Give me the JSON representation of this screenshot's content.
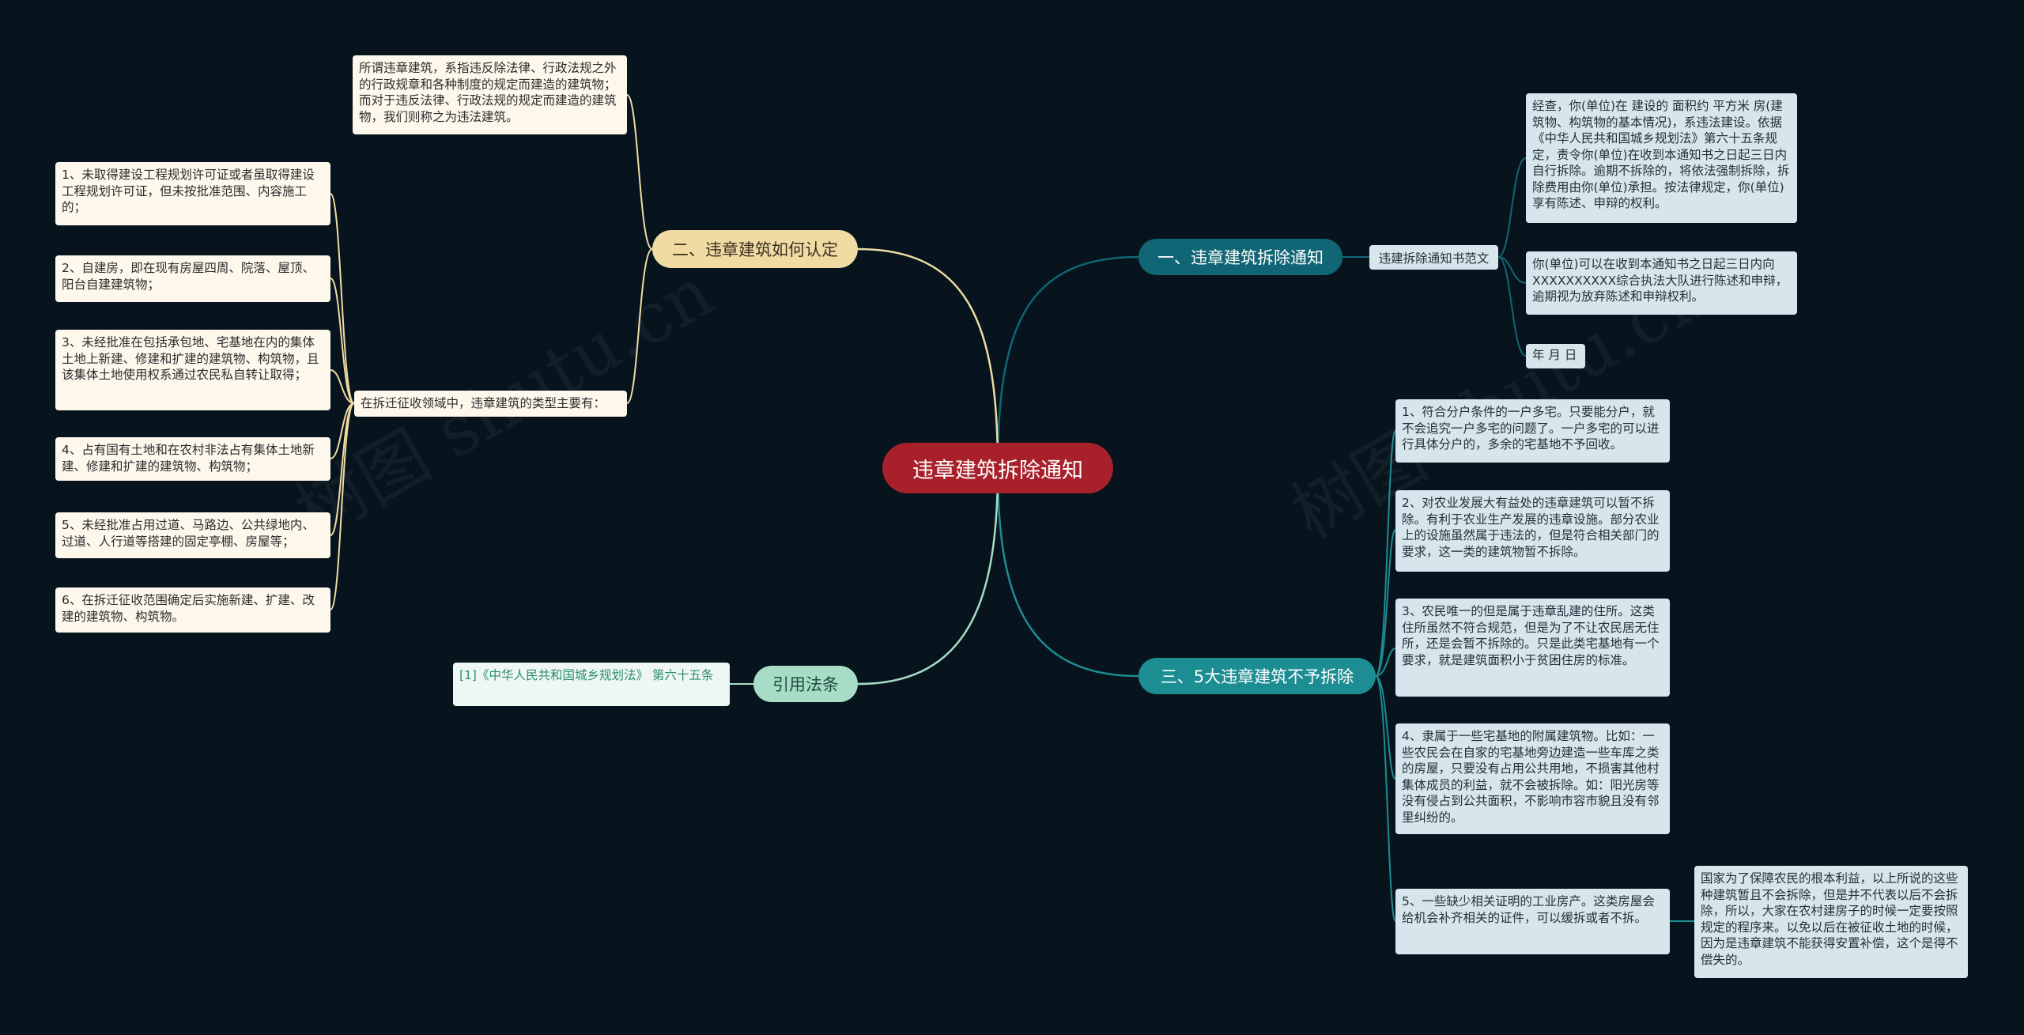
{
  "watermark": "树图 shutu.cn",
  "root": {
    "label": "违章建筑拆除通知"
  },
  "branch1": {
    "label": "一、违章建筑拆除通知",
    "sub_label": "违建拆除通知书范文",
    "items": [
      "经查，你(单位)在 建设的 面积约 平方米 房(建筑物、构筑物的基本情况)，系违法建设。依据《中华人民共和国城乡规划法》第六十五条规定，责令你(单位)在收到本通知书之日起三日内自行拆除。逾期不拆除的，将依法强制拆除，拆除费用由你(单位)承担。按法律规定，你(单位)享有陈述、申辩的权利。",
      "你(单位)可以在收到本通知书之日起三日内向XXXXXXXXXX综合执法大队进行陈述和申辩，逾期视为放弃陈述和申辩权利。",
      "年 月 日"
    ]
  },
  "branch2": {
    "label": "二、违章建筑如何认定",
    "definition": "所谓违章建筑，系指违反除法律、行政法规之外的行政规章和各种制度的规定而建造的建筑物；而对于违反法律、行政法规的规定而建造的建筑物，我们则称之为违法建筑。",
    "types_label": "在拆迁征收领域中，违章建筑的类型主要有：",
    "types": [
      "1、未取得建设工程规划许可证或者虽取得建设工程规划许可证，但未按批准范围、内容施工的；",
      "2、自建房，即在现有房屋四周、院落、屋顶、阳台自建建筑物；",
      "3、未经批准在包括承包地、宅基地在内的集体土地上新建、修建和扩建的建筑物、构筑物，且该集体土地使用权系通过农民私自转让取得；",
      "4、占有国有土地和在农村非法占有集体土地新建、修建和扩建的建筑物、构筑物；",
      "5、未经批准占用过道、马路边、公共绿地内、过道、人行道等搭建的固定亭棚、房屋等；",
      "6、在拆迁征收范围确定后实施新建、扩建、改建的建筑物、构筑物。"
    ]
  },
  "branch3": {
    "label": "三、5大违章建筑不予拆除",
    "items": [
      "1、符合分户条件的一户多宅。只要能分户，就不会追究一户多宅的问题了。一户多宅的可以进行具体分户的，多余的宅基地不予回收。",
      "2、对农业发展大有益处的违章建筑可以暂不拆除。有利于农业生产发展的违章设施。部分农业上的设施虽然属于违法的，但是符合相关部门的要求，这一类的建筑物暂不拆除。",
      "3、农民唯一的但是属于违章乱建的住所。这类住所虽然不符合规范，但是为了不让农民居无住所，还是会暂不拆除的。只是此类宅基地有一个要求，就是建筑面积小于贫困住房的标准。",
      "4、隶属于一些宅基地的附属建筑物。比如：一些农民会在自家的宅基地旁边建造一些车库之类的房屋，只要没有占用公共用地，不损害其他村集体成员的利益，就不会被拆除。如：阳光房等没有侵占到公共面积，不影响市容市貌且没有邻里纠纷的。",
      "5、一些缺少相关证明的工业房产。这类房屋会给机会补齐相关的证件，可以缓拆或者不拆。"
    ],
    "note": "国家为了保障农民的根本利益，以上所说的这些种建筑暂且不会拆除，但是并不代表以后不会拆除，所以，大家在农村建房子的时候一定要按照规定的程序来。以免以后在被征收土地的时候，因为是违章建筑不能获得安置补偿，这个是得不偿失的。"
  },
  "branch4": {
    "label": "引用法条",
    "citation": "[1]《中华人民共和国城乡规划法》 第六十五条"
  },
  "colors": {
    "background": "#07141d",
    "root": "#a8202a",
    "branch1": "#106674",
    "branch3": "#1c8d93",
    "branch2": "#f0dca3",
    "branch4": "#a7dcc6"
  }
}
